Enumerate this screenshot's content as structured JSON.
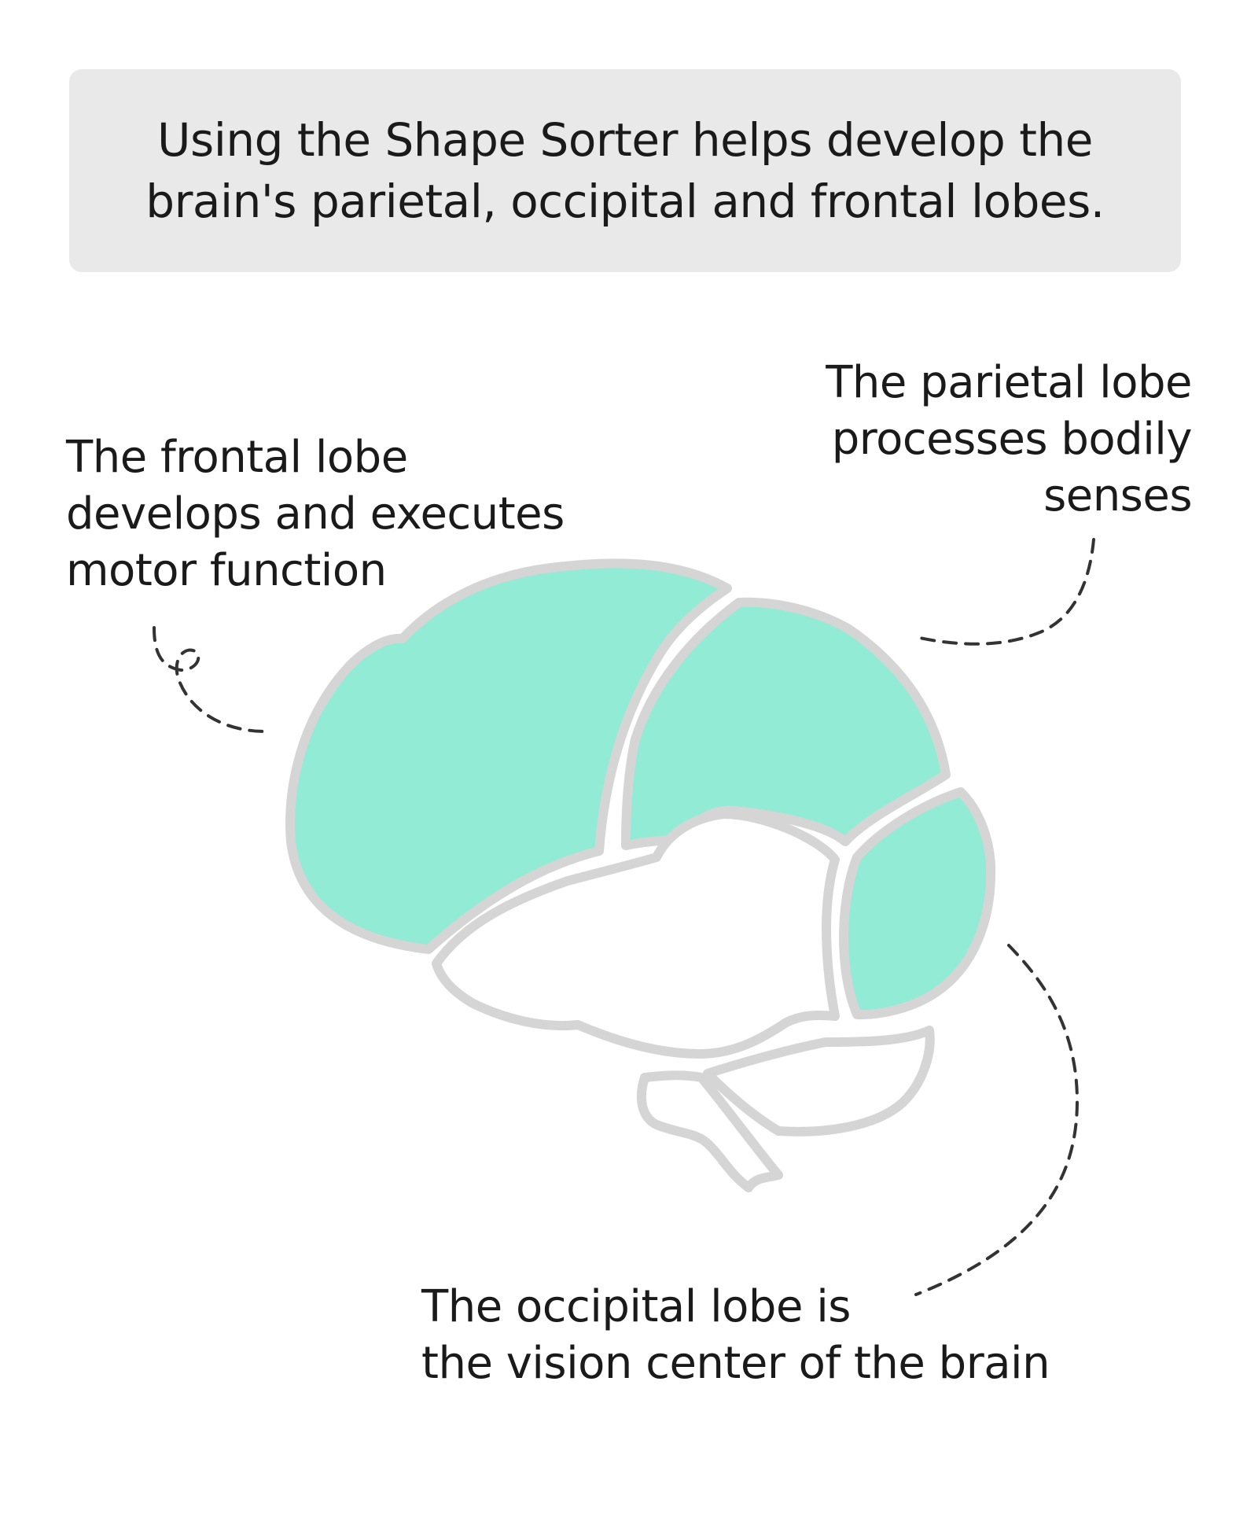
{
  "header": {
    "lines": [
      "Using the Shape Sorter helps develop the",
      "brain's parietal, occipital and frontal lobes."
    ]
  },
  "labels": {
    "frontal": [
      "The frontal lobe",
      "develops and executes",
      "motor function"
    ],
    "parietal": [
      "The parietal lobe",
      "processes bodily",
      "senses"
    ],
    "occipital": [
      "The occipital lobe is",
      "the vision center of the brain"
    ]
  },
  "colors": {
    "lobe_highlight": "#92ebd4",
    "outline": "#d5d5d5",
    "header_background": "#e9e9e9",
    "leader_line": "#333333"
  }
}
